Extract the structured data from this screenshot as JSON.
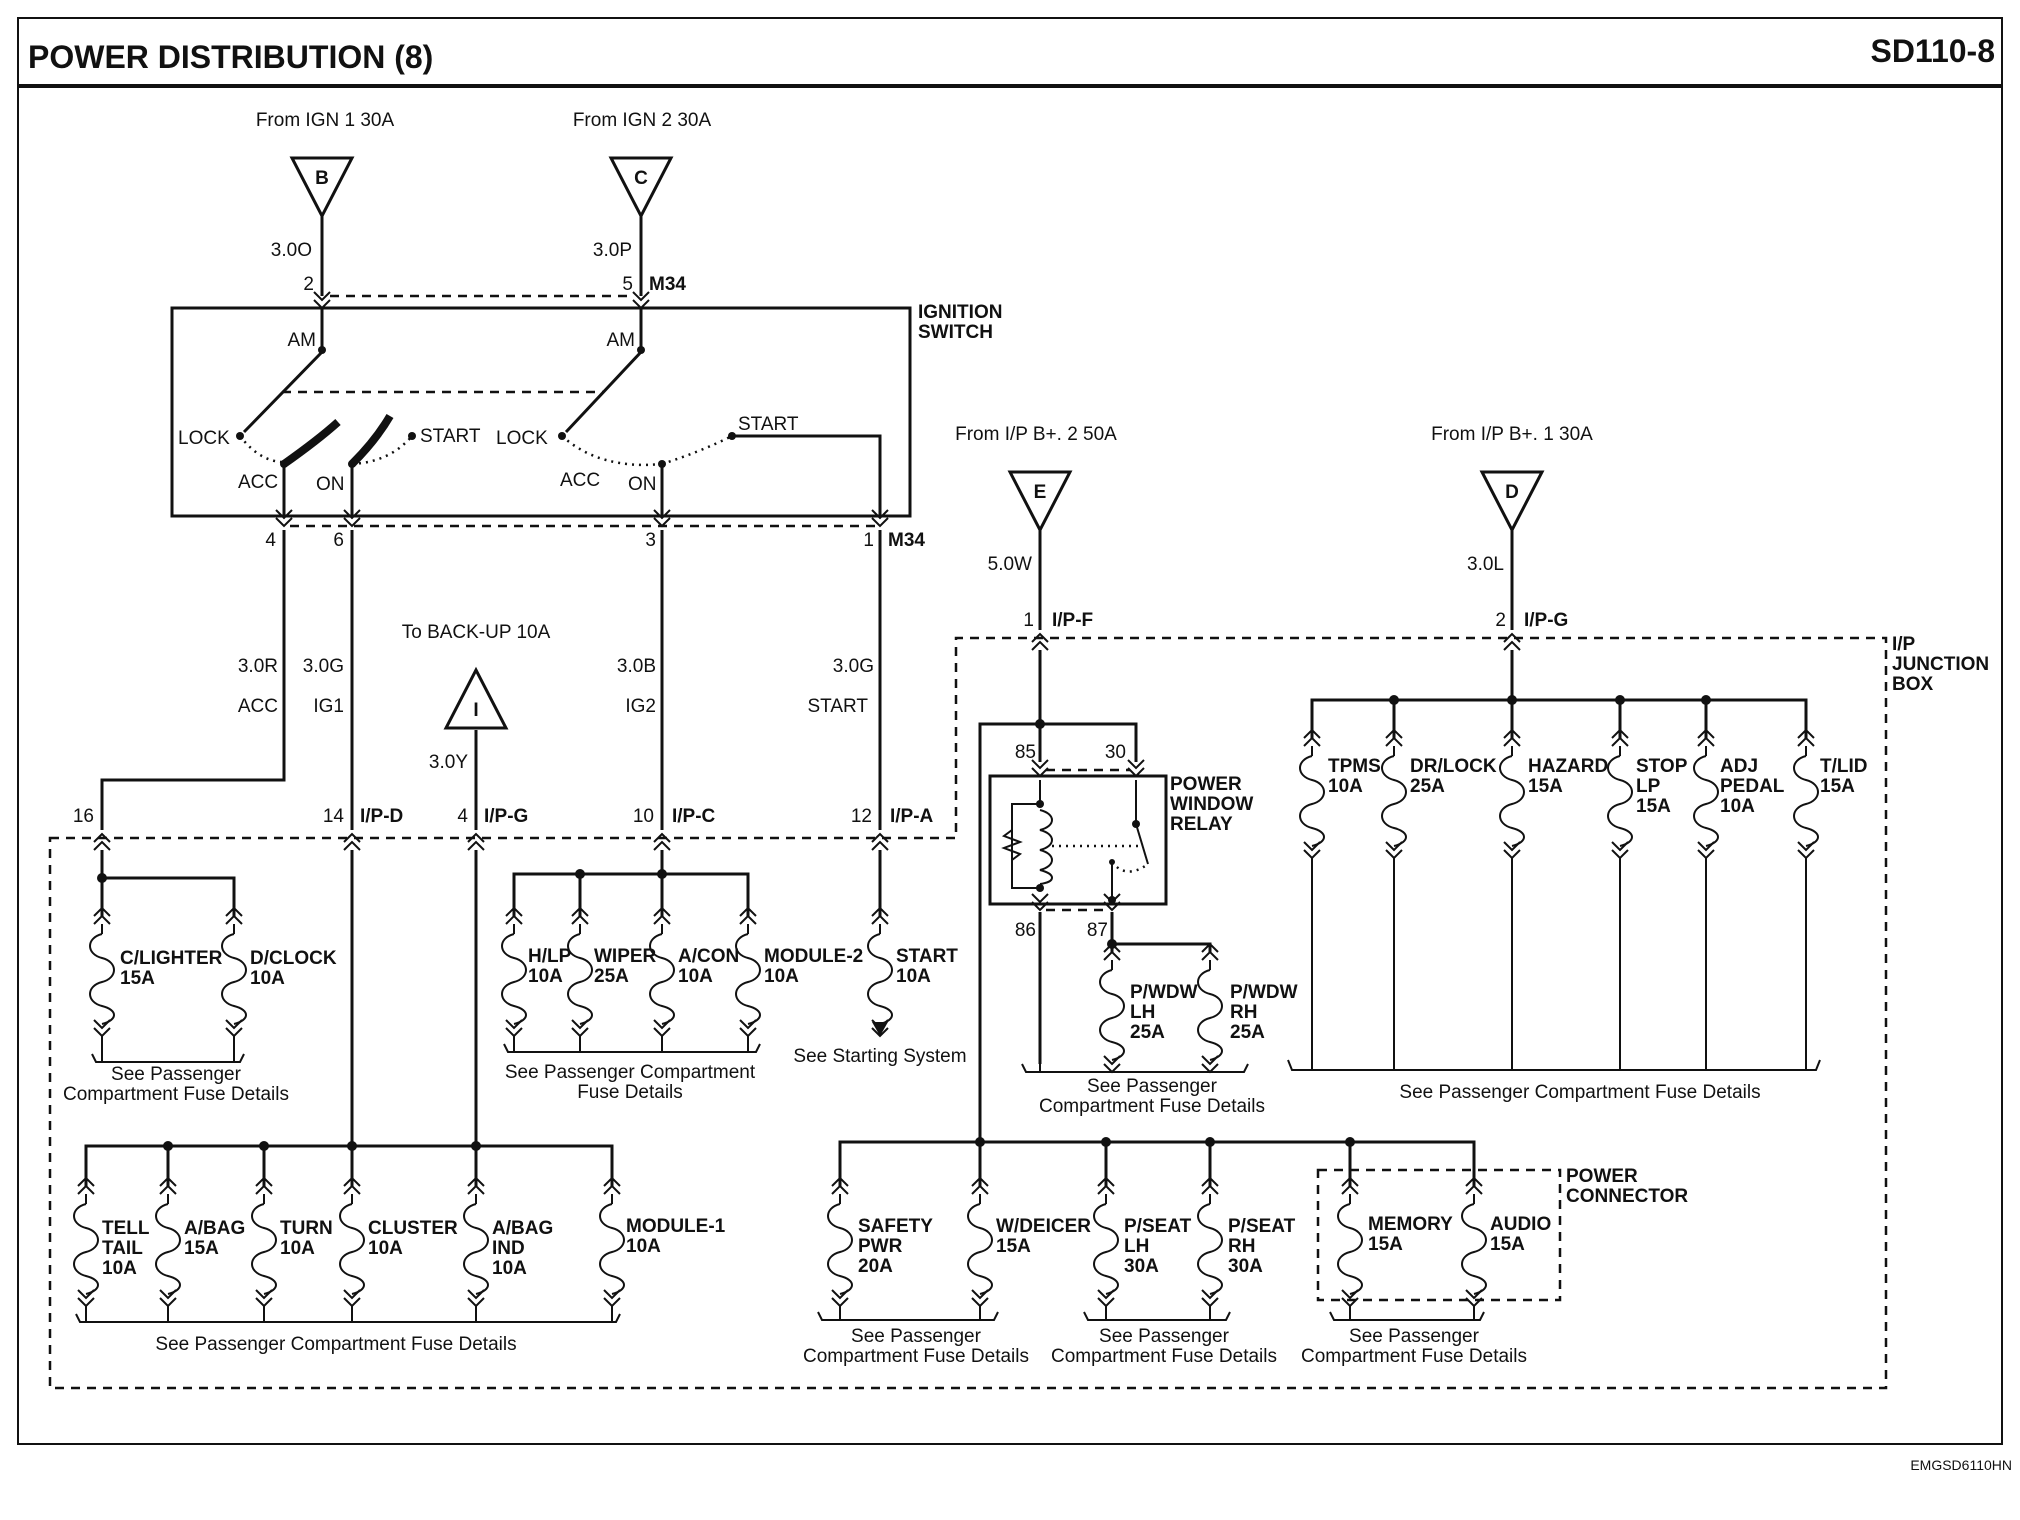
{
  "header": {
    "title": "POWER DISTRIBUTION (8)",
    "code": "SD110-8"
  },
  "footer": {
    "image_code": "EMGSD6110HN"
  },
  "sources": {
    "B": {
      "letter": "B",
      "from": "From IGN 1 30A",
      "wire": "3.0O",
      "pin": "2"
    },
    "C": {
      "letter": "C",
      "from": "From IGN 2 30A",
      "wire": "3.0P",
      "pin": "5",
      "conn": "M34"
    },
    "E": {
      "letter": "E",
      "from": "From I/P B+. 2 50A",
      "wire": "5.0W",
      "pin": "1",
      "conn": "I/P-F"
    },
    "D": {
      "letter": "D",
      "from": "From I/P B+. 1 30A",
      "wire": "3.0L",
      "pin": "2",
      "conn": "I/P-G"
    },
    "I": {
      "letter": "I",
      "from": "To BACK-UP 10A",
      "wire": "3.0Y",
      "pin": "4",
      "conn": "I/P-G"
    }
  },
  "ignition_switch": {
    "label": "IGNITION SWITCH",
    "am1": "AM",
    "am2": "AM",
    "lock1": "LOCK",
    "lock2": "LOCK",
    "acc1": "ACC",
    "acc2": "ACC",
    "on1": "ON",
    "on2": "ON",
    "start1": "START",
    "start2": "START",
    "bottom_conn": "M34",
    "out_pins": [
      "4",
      "6",
      "3",
      "1"
    ]
  },
  "circuits": {
    "acc": {
      "wire": "3.0R",
      "name": "ACC",
      "pin": "16"
    },
    "ig1": {
      "wire": "3.0G",
      "name": "IG1",
      "pin": "14",
      "conn": "I/P-D"
    },
    "ig2": {
      "wire": "3.0B",
      "name": "IG2",
      "pin": "10",
      "conn": "I/P-C"
    },
    "start": {
      "wire": "3.0G",
      "name": "START",
      "pin": "12",
      "conn": "I/P-A"
    }
  },
  "junction_box": {
    "label": "I/P JUNCTION BOX"
  },
  "relay": {
    "label": "POWER WINDOW RELAY",
    "pins": [
      "85",
      "30",
      "86",
      "87"
    ]
  },
  "power_connector": {
    "label": "POWER CONNECTOR"
  },
  "fuses": {
    "c_lighter": {
      "name": "C/LIGHTER",
      "rating": "15A"
    },
    "d_clock": {
      "name": "D/CLOCK",
      "rating": "10A"
    },
    "h_lp": {
      "name": "H/LP",
      "rating": "10A"
    },
    "wiper": {
      "name": "WIPER",
      "rating": "25A"
    },
    "a_con": {
      "name": "A/CON",
      "rating": "10A"
    },
    "module2": {
      "name": "MODULE-2",
      "rating": "10A"
    },
    "start": {
      "name": "START",
      "rating": "10A"
    },
    "tell_tail": {
      "name": "TELL TAIL",
      "rating": "10A"
    },
    "a_bag": {
      "name": "A/BAG",
      "rating": "15A"
    },
    "turn": {
      "name": "TURN",
      "rating": "10A"
    },
    "cluster": {
      "name": "CLUSTER",
      "rating": "10A"
    },
    "a_bag_ind": {
      "name": "A/BAG IND",
      "rating": "10A"
    },
    "module1": {
      "name": "MODULE-1",
      "rating": "10A"
    },
    "p_wdw_lh": {
      "name": "P/WDW LH",
      "rating": "25A"
    },
    "p_wdw_rh": {
      "name": "P/WDW RH",
      "rating": "25A"
    },
    "safety_pwr": {
      "name": "SAFETY PWR",
      "rating": "20A"
    },
    "w_deicer": {
      "name": "W/DEICER",
      "rating": "15A"
    },
    "p_seat_lh": {
      "name": "P/SEAT LH",
      "rating": "30A"
    },
    "p_seat_rh": {
      "name": "P/SEAT RH",
      "rating": "30A"
    },
    "memory": {
      "name": "MEMORY",
      "rating": "15A"
    },
    "audio": {
      "name": "AUDIO",
      "rating": "15A"
    },
    "tpms": {
      "name": "TPMS",
      "rating": "10A"
    },
    "dr_lock": {
      "name": "DR/LOCK",
      "rating": "25A"
    },
    "hazard": {
      "name": "HAZARD",
      "rating": "15A"
    },
    "stop_lp": {
      "name": "STOP LP",
      "rating": "15A"
    },
    "adj_pedal": {
      "name": "ADJ PEDAL",
      "rating": "10A"
    },
    "t_lid": {
      "name": "T/LID",
      "rating": "15A"
    }
  },
  "notes": {
    "see_pcfd_short_1": "See Passenger",
    "see_pcfd_short_2": "Compartment Fuse Details",
    "see_pcfd_wide_1": "See Passenger Compartment",
    "see_pcfd_wide_2": "Fuse Details",
    "see_pcfd_long": "See Passenger Compartment Fuse Details",
    "see_starting": "See Starting System"
  }
}
